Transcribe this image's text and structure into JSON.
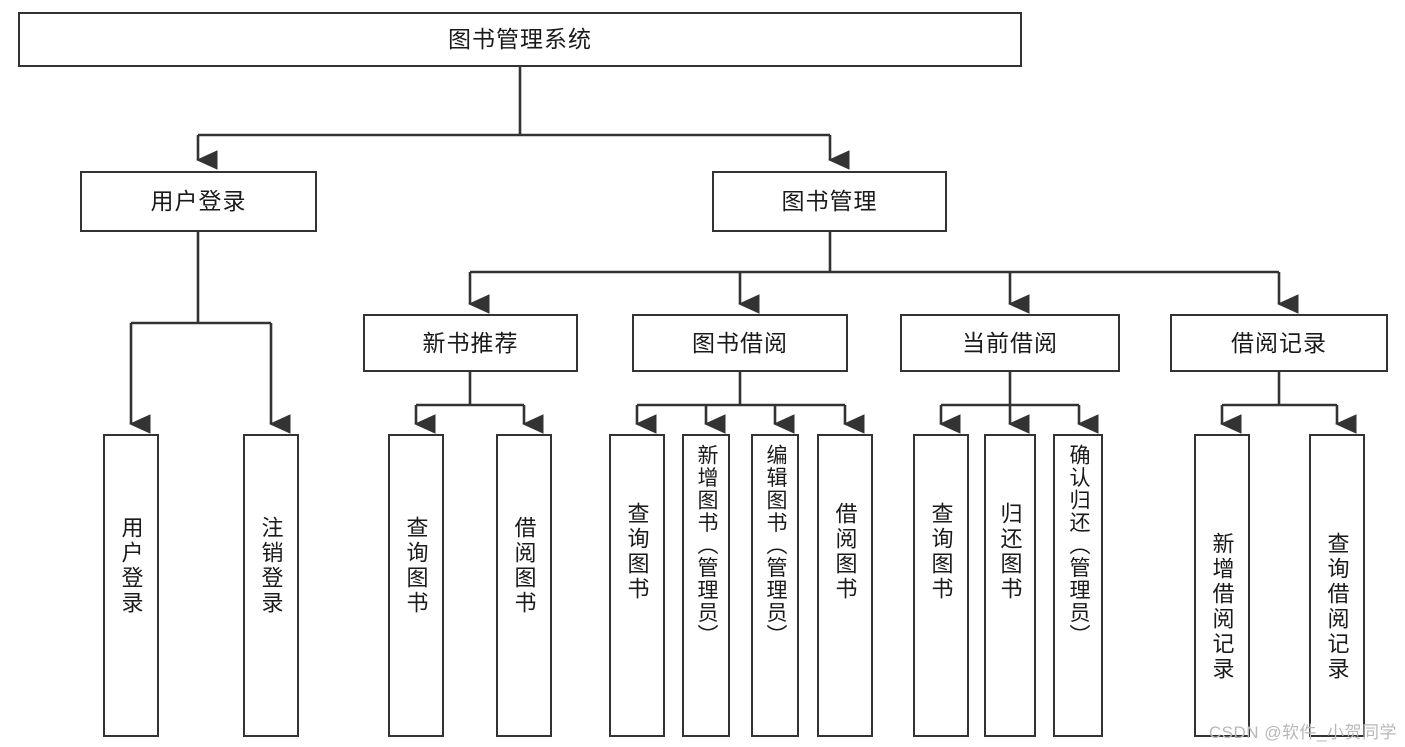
{
  "diagram": {
    "type": "tree",
    "title": "图书管理系统",
    "root": {
      "label": "图书管理系统"
    },
    "level2": [
      {
        "label": "用户登录"
      },
      {
        "label": "图书管理"
      }
    ],
    "level3": [
      {
        "label": "新书推荐"
      },
      {
        "label": "图书借阅"
      },
      {
        "label": "当前借阅"
      },
      {
        "label": "借阅记录"
      }
    ],
    "leaves": {
      "user_login": [
        {
          "label": "用户登录"
        },
        {
          "label": "注销登录"
        }
      ],
      "new_book_recommend": [
        {
          "label": "查询图书"
        },
        {
          "label": "借阅图书"
        }
      ],
      "book_borrow": [
        {
          "label": "查询图书"
        },
        {
          "label": "新增图书（管理员）"
        },
        {
          "label": "编辑图书（管理员）"
        },
        {
          "label": "借阅图书"
        }
      ],
      "current_borrow": [
        {
          "label": "查询图书"
        },
        {
          "label": "归还图书"
        },
        {
          "label": "确认归还（管理员）"
        }
      ],
      "borrow_record": [
        {
          "label": "新增借阅记录"
        },
        {
          "label": "查询借阅记录"
        }
      ]
    }
  },
  "watermark": {
    "text": "CSDN @软件_小贺同学"
  },
  "colors": {
    "stroke": "#333333",
    "text": "#1a1a1a",
    "background": "#ffffff",
    "watermark": "#b8b8b8"
  }
}
